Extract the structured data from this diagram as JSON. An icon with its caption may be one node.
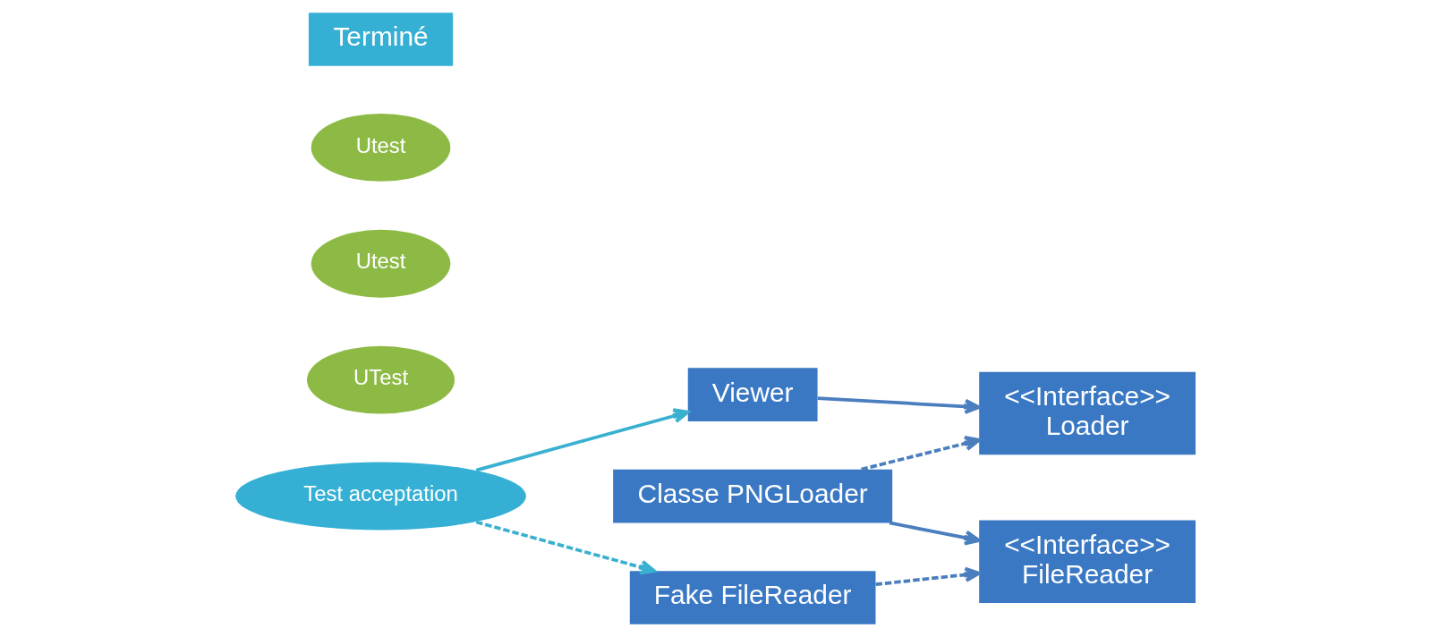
{
  "diagram": {
    "nodes": [
      {
        "text": [
          "Test acceptation"
        ]
      },
      {
        "text": [
          "Viewer"
        ]
      },
      {
        "text": [
          "UTest"
        ]
      },
      {
        "text": [
          "<<Interface>>",
          "Loader"
        ]
      },
      {
        "text": [
          "<<Interface>>",
          "FileReader"
        ]
      },
      {
        "text": [
          "Utest"
        ]
      },
      {
        "text": [
          "Classe PNGLoader"
        ]
      },
      {
        "text": [
          "Utest"
        ]
      },
      {
        "text": [
          "Fake FileReader"
        ]
      },
      {
        "text": [
          "Terminé"
        ]
      }
    ],
    "edges": [
      {
        "from": 0,
        "to": 1,
        "arrow": "to",
        "color": "#3ab0d0"
      },
      {
        "from": 1,
        "to": 3,
        "arrow": "to"
      },
      {
        "from": 6,
        "to": 3,
        "arrow": "to",
        "style": "dashed"
      },
      {
        "from": 6,
        "to": 4,
        "arrow": "to"
      },
      {
        "from": 8,
        "to": 4,
        "arrow": "to",
        "style": "dashed"
      },
      {
        "from": 0,
        "to": 8,
        "arrow": "to",
        "style": "dashed",
        "color": "#3ab0d0"
      }
    ]
  }
}
